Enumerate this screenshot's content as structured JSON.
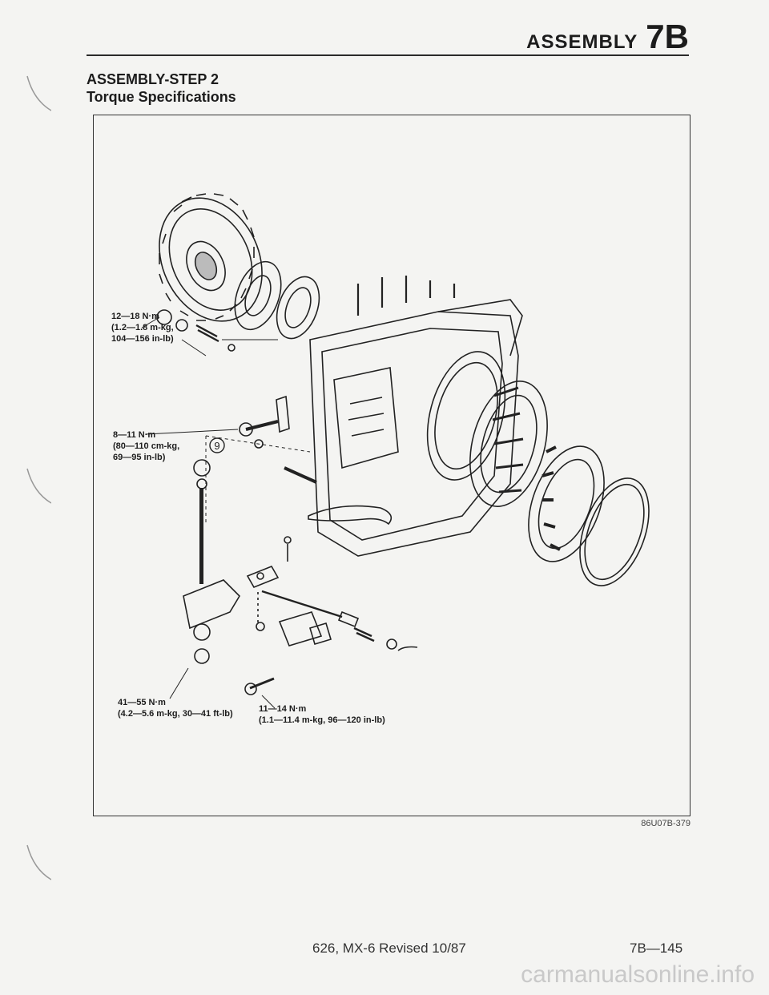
{
  "header": {
    "section_word": "ASSEMBLY",
    "section_code": "7B"
  },
  "title": {
    "line1": "ASSEMBLY-STEP 2",
    "line2": "Torque Specifications"
  },
  "torque_labels": [
    {
      "line1": "12—18 N·m",
      "line2": "(1.2—1.8 m-kg,",
      "line3": "104—156 in-lb)"
    },
    {
      "line1": "8—11 N·m",
      "line2": "(80—110 cm-kg,",
      "line3": "69—95 in-lb)"
    },
    {
      "line1": "41—55 N·m",
      "line2": "(4.2—5.6 m-kg, 30—41 ft-lb)"
    },
    {
      "line1": "11—14 N·m",
      "line2": "(1.1—11.4 m-kg, 96—120 in-lb)"
    }
  ],
  "callout": "9",
  "figure_code": "86U07B-379",
  "footer": {
    "text": "626, MX-6 Revised 10/87",
    "page": "7B—145"
  },
  "watermark": "carmanualsonline.info"
}
